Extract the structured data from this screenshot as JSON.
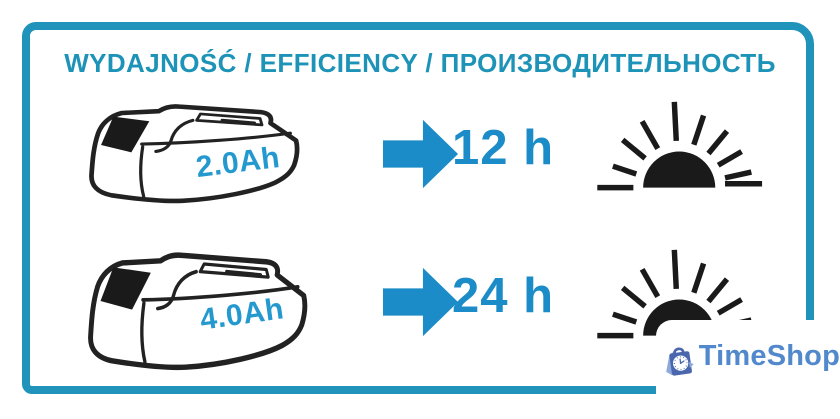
{
  "infographic": {
    "title": "WYDAJNOŚĆ / EFFICIENCY / ПРОИЗВОДИТЕЛЬНОСТЬ"
  },
  "rows": [
    {
      "capacity": "2.0Ah",
      "duration": "12 h"
    },
    {
      "capacity": "4.0Ah",
      "duration": "24 h"
    }
  ],
  "watermark": {
    "brand": "TimeShop"
  },
  "icons": {
    "battery": "battery-pack-icon",
    "arrow": "arrow-right-icon",
    "sun": "sunrise-icon",
    "logo": "shopping-bag-clock-icon"
  },
  "colors": {
    "frame_border": "#1f93ba",
    "title_text": "#1e93b8",
    "duration_text": "#1b8cc7",
    "capacity_text": "#2499cf",
    "arrow_fill": "#1b8cc7",
    "icon_black": "#1a1a1a",
    "watermark_text": "#5288cc",
    "watermark_bag": "#4a66ad",
    "watermark_bag_light": "#8fa9da"
  }
}
